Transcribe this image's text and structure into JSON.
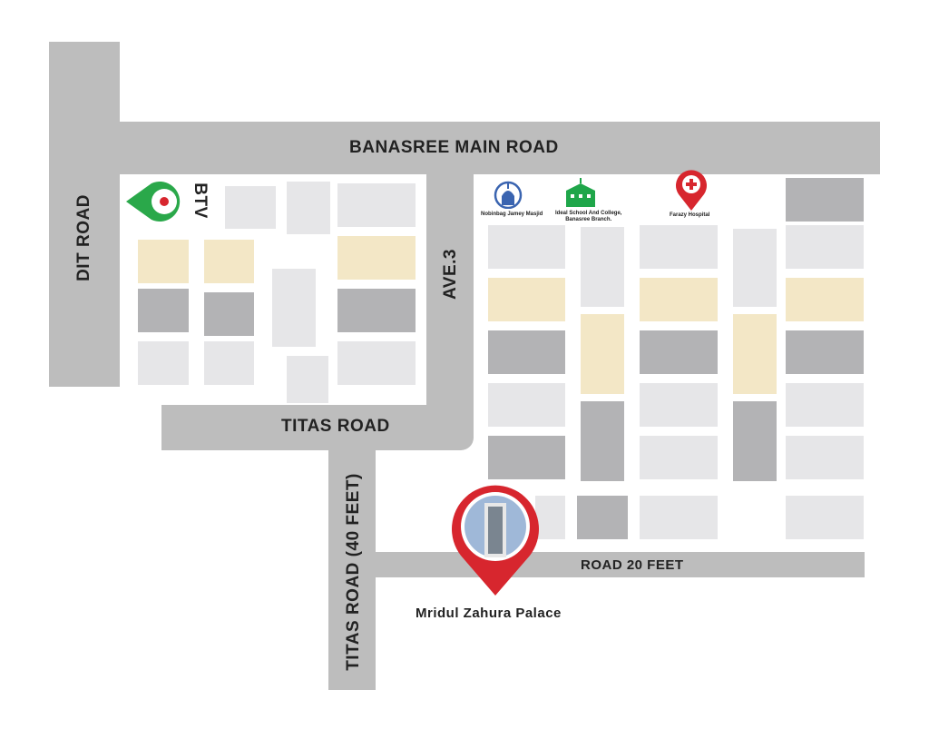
{
  "roads": {
    "main": "BANASREE MAIN ROAD",
    "dit": "DIT ROAD",
    "ave3": "AVE.3",
    "titas": "TITAS ROAD",
    "titas40": "TITAS ROAD (40 FEET)",
    "road20": "ROAD 20 FEET"
  },
  "landmarks": {
    "btv": "BTV",
    "masjid": "Nobinbag Jamey Masjid",
    "school_line1": "Ideal School And College,",
    "school_line2": "Banasree Branch.",
    "hospital": "Farazy Hospital"
  },
  "destination": {
    "label": "Mridul Zahura Palace"
  },
  "colors": {
    "road": "#bdbdbd",
    "pin": "#d7262e",
    "btv": "#2aa84a",
    "school": "#1fa64a",
    "masjid": "#3a64b0"
  }
}
